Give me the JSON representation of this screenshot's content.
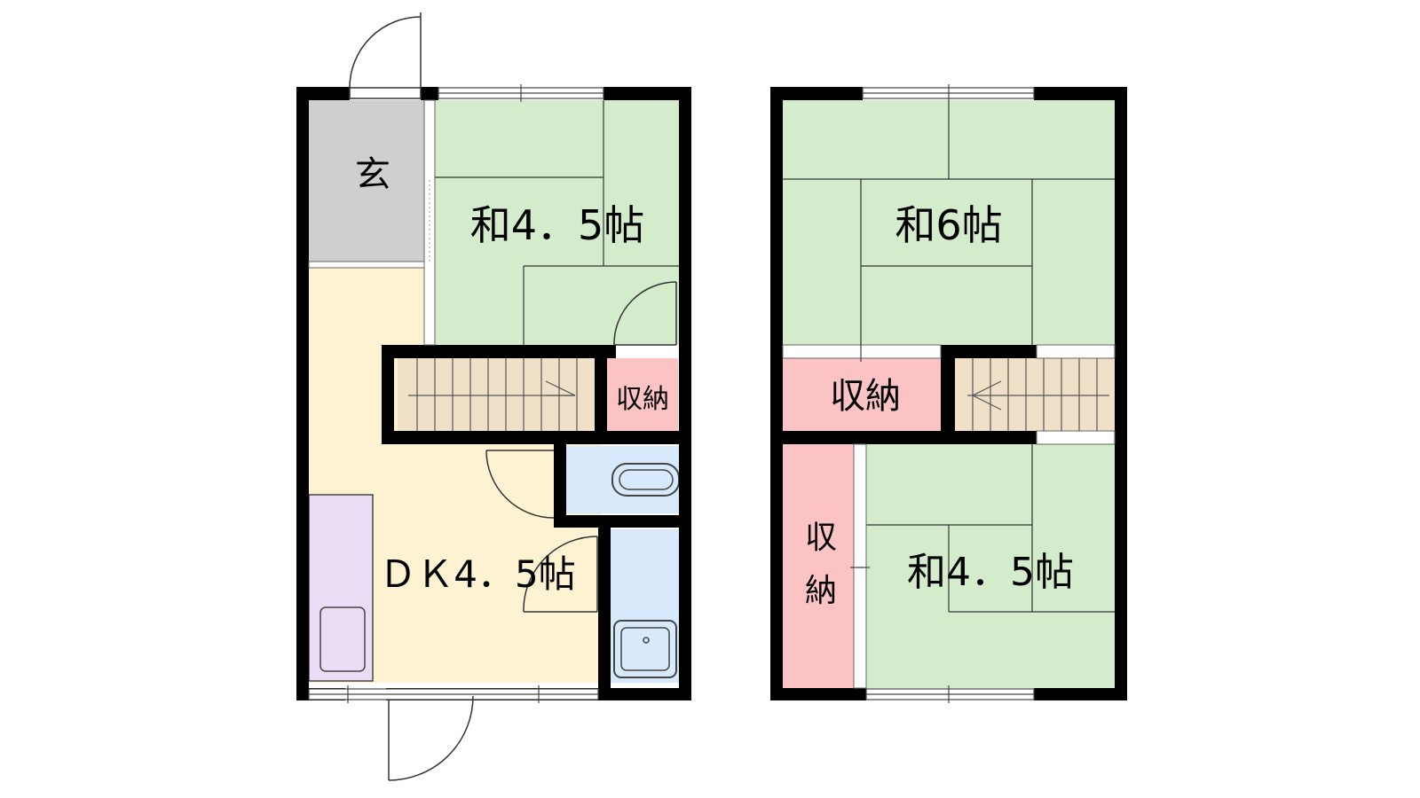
{
  "floors": [
    {
      "rooms": [
        {
          "id": "entrance",
          "label": "玄"
        },
        {
          "id": "washitsu",
          "label": "和4．5帖"
        },
        {
          "id": "storage",
          "label": "収納"
        },
        {
          "id": "dk",
          "label": "ＤＫ4．5帖"
        },
        {
          "id": "toilet",
          "label": ""
        },
        {
          "id": "bath",
          "label": ""
        },
        {
          "id": "stairs",
          "label": ""
        }
      ]
    },
    {
      "rooms": [
        {
          "id": "washitsu6",
          "label": "和6帖"
        },
        {
          "id": "storage_top",
          "label": "収納"
        },
        {
          "id": "storage_side_1",
          "label": "収"
        },
        {
          "id": "storage_side_2",
          "label": "納"
        },
        {
          "id": "washitsu45",
          "label": "和4．5帖"
        },
        {
          "id": "stairs",
          "label": ""
        }
      ]
    }
  ],
  "colors": {
    "tatami": "#d4ebcc",
    "entrance": "#cfcfcf",
    "dk": "#fdf2d2",
    "storage": "#fbc3c3",
    "wet": "#d7e9fb",
    "kitchen": "#eadcf4",
    "stairs": "#f0e0c7",
    "wall": "#000000"
  }
}
